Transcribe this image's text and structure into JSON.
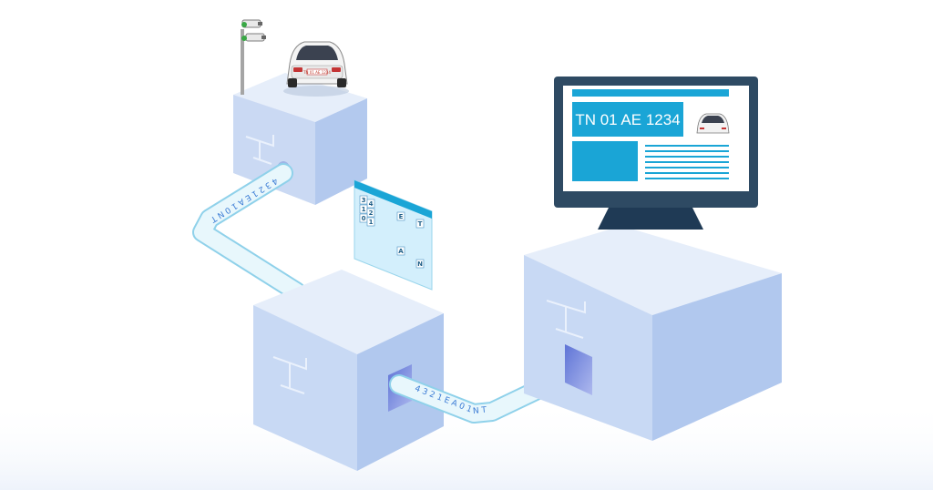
{
  "monitor": {
    "plate_number": "TN 01 AE 1234"
  },
  "car": {
    "plate_text": "TN 01 AE 1234"
  },
  "tube_top": {
    "characters": [
      "4",
      "3",
      "2",
      "1",
      "E",
      "A",
      "1",
      "0",
      "N",
      "T"
    ]
  },
  "tube_bottom": {
    "characters": [
      "4",
      "3",
      "2",
      "1",
      "E",
      "A",
      "0",
      "1",
      "N",
      "T"
    ]
  },
  "segment_panel": {
    "cells": [
      "3",
      "4",
      "E",
      "T",
      "1",
      "2",
      "0",
      "1",
      "A",
      "N"
    ]
  },
  "colors": {
    "cube_top": "#e3ecf9",
    "cube_left": "#c8d9f4",
    "cube_right": "#afc7ee",
    "accent": "#1aa5d6",
    "monitor_frame": "#2e4a63",
    "tube_fill": "#dff3fb",
    "tube_edge": "#8fd1ea"
  }
}
